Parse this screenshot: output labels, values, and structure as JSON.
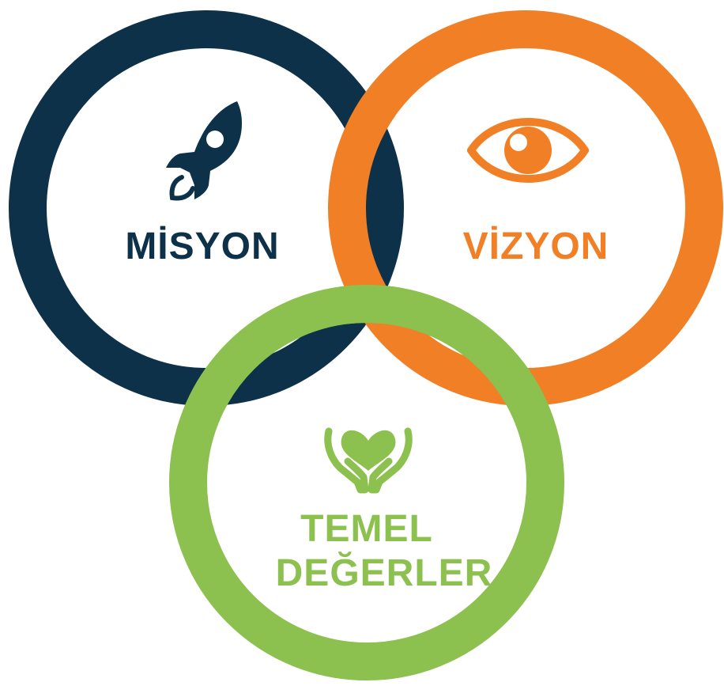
{
  "colors": {
    "misyon": "#0d3149",
    "vizyon": "#f07f25",
    "temel": "#8cc04f",
    "background": "#ffffff"
  },
  "circles": [
    {
      "id": "misyon",
      "label_lines": [
        "MİSYON"
      ],
      "icon": "rocket-icon",
      "color": "#0d3149"
    },
    {
      "id": "vizyon",
      "label_lines": [
        "VİZYON"
      ],
      "icon": "eye-icon",
      "color": "#f07f25"
    },
    {
      "id": "temel",
      "label_lines": [
        "TEMEL",
        "DEĞERLER"
      ],
      "icon": "heart-in-hands-icon",
      "color": "#8cc04f"
    }
  ]
}
